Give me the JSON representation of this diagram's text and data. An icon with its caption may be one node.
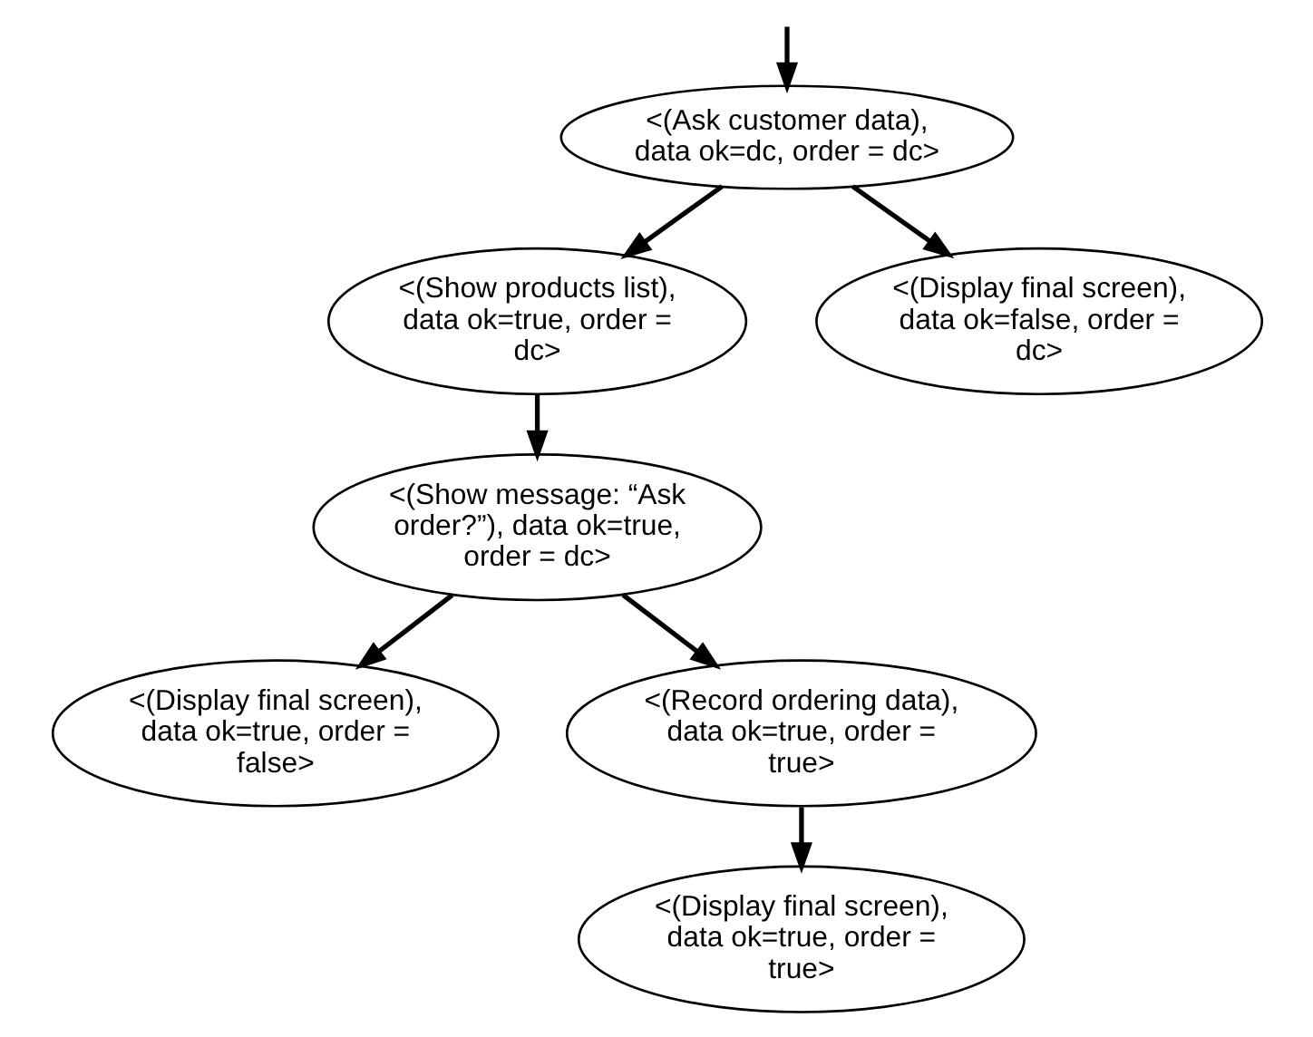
{
  "diagram": {
    "nodes": [
      {
        "text": [
          "<(Ask customer data), data ok=dc, order = dc>"
        ]
      },
      {
        "text": [
          "<(Show products list), data ok=true, order = dc>"
        ]
      },
      {
        "text": [
          "<(Display final screen), data ok=false, order = dc>"
        ]
      },
      {
        "text": [
          "<(Show message: “Ask order?”), data ok=true, order = dc>"
        ]
      },
      {
        "text": [
          "<(Display final screen), data ok=true, order = false>"
        ]
      },
      {
        "text": [
          "<(Record ordering data), data ok=true, order = true>"
        ]
      },
      {
        "text": [
          "<(Display final screen), data ok=true, order = true>"
        ]
      }
    ],
    "edges": [
      {
        "from": null,
        "to": 0,
        "arrow": "to"
      },
      {
        "from": 0,
        "to": 1,
        "arrow": "to"
      },
      {
        "from": 0,
        "to": 2,
        "arrow": "to"
      },
      {
        "from": 1,
        "to": 3,
        "arrow": "to"
      },
      {
        "from": 3,
        "to": 4,
        "arrow": "to"
      },
      {
        "from": 3,
        "to": 5,
        "arrow": "to"
      },
      {
        "from": 5,
        "to": 6,
        "arrow": "to"
      }
    ]
  }
}
